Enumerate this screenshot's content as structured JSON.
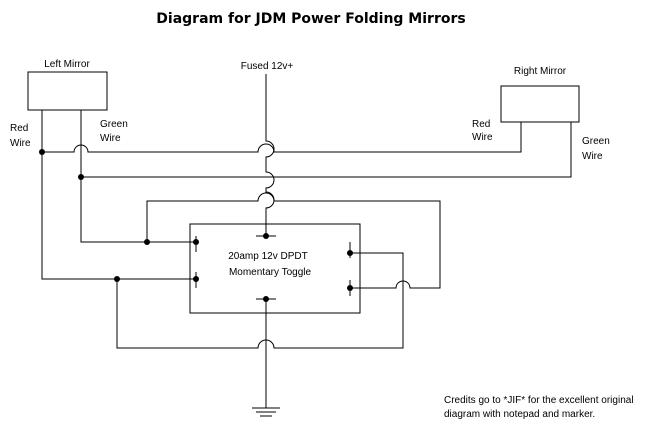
{
  "title": "Diagram for JDM Power Folding Mirrors",
  "labels": {
    "left_mirror": "Left Mirror",
    "right_mirror": "Right Mirror",
    "fused": "Fused 12v+",
    "red_wire_left_1": "Red",
    "red_wire_left_2": "Wire",
    "green_wire_left_1": "Green",
    "green_wire_left_2": "Wire",
    "red_wire_right_1": "Red",
    "red_wire_right_2": "Wire",
    "green_wire_right_1": "Green",
    "green_wire_right_2": "Wire",
    "switch_1": "20amp 12v DPDT",
    "switch_2": "Momentary Toggle",
    "credits_1": "Credits go to *JIF* for the excellent original",
    "credits_2": "diagram with notepad and marker."
  }
}
